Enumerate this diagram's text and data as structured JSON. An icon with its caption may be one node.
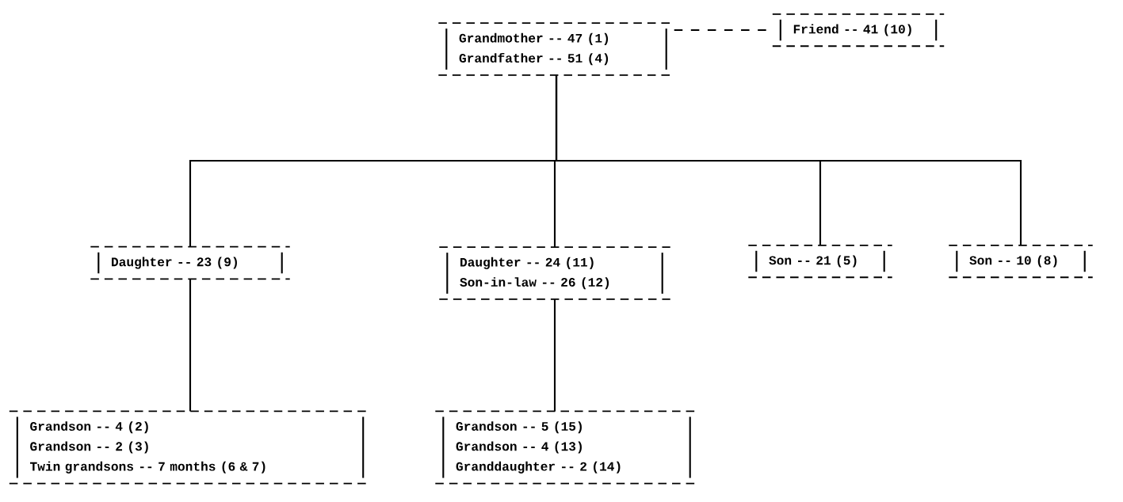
{
  "diagram": {
    "nodes": [
      {
        "text": [
          "Grandmother -- 47 (1)",
          "Grandfather -- 51 (4)"
        ]
      },
      {
        "text": [
          "Friend -- 41 (10)"
        ]
      },
      {
        "text": [
          "Daughter -- 23 (9)"
        ]
      },
      {
        "text": [
          "Daughter -- 24 (11)",
          "Son-in-law -- 26 (12)"
        ]
      },
      {
        "text": [
          "Son -- 21 (5)"
        ]
      },
      {
        "text": [
          "Son -- 10 (8)"
        ]
      },
      {
        "text": [
          "Grandson -- 4 (2)",
          "Grandson -- 2 (3)",
          "Twin grandsons -- 7 months (6 & 7)"
        ]
      },
      {
        "text": [
          "Grandson -- 5 (15)",
          "Grandson -- 4 (13)",
          "Granddaughter -- 2 (14)"
        ]
      }
    ],
    "edges": [
      {
        "from": 0,
        "to": 1,
        "arrow": "none",
        "style": "dashed"
      },
      {
        "from": 0,
        "to": 2,
        "arrow": "none"
      },
      {
        "from": 0,
        "to": 3,
        "arrow": "none"
      },
      {
        "from": 0,
        "to": 4,
        "arrow": "none"
      },
      {
        "from": 0,
        "to": 5,
        "arrow": "none"
      },
      {
        "from": 2,
        "to": 6,
        "arrow": "none"
      },
      {
        "from": 3,
        "to": 7,
        "arrow": "none"
      }
    ]
  }
}
